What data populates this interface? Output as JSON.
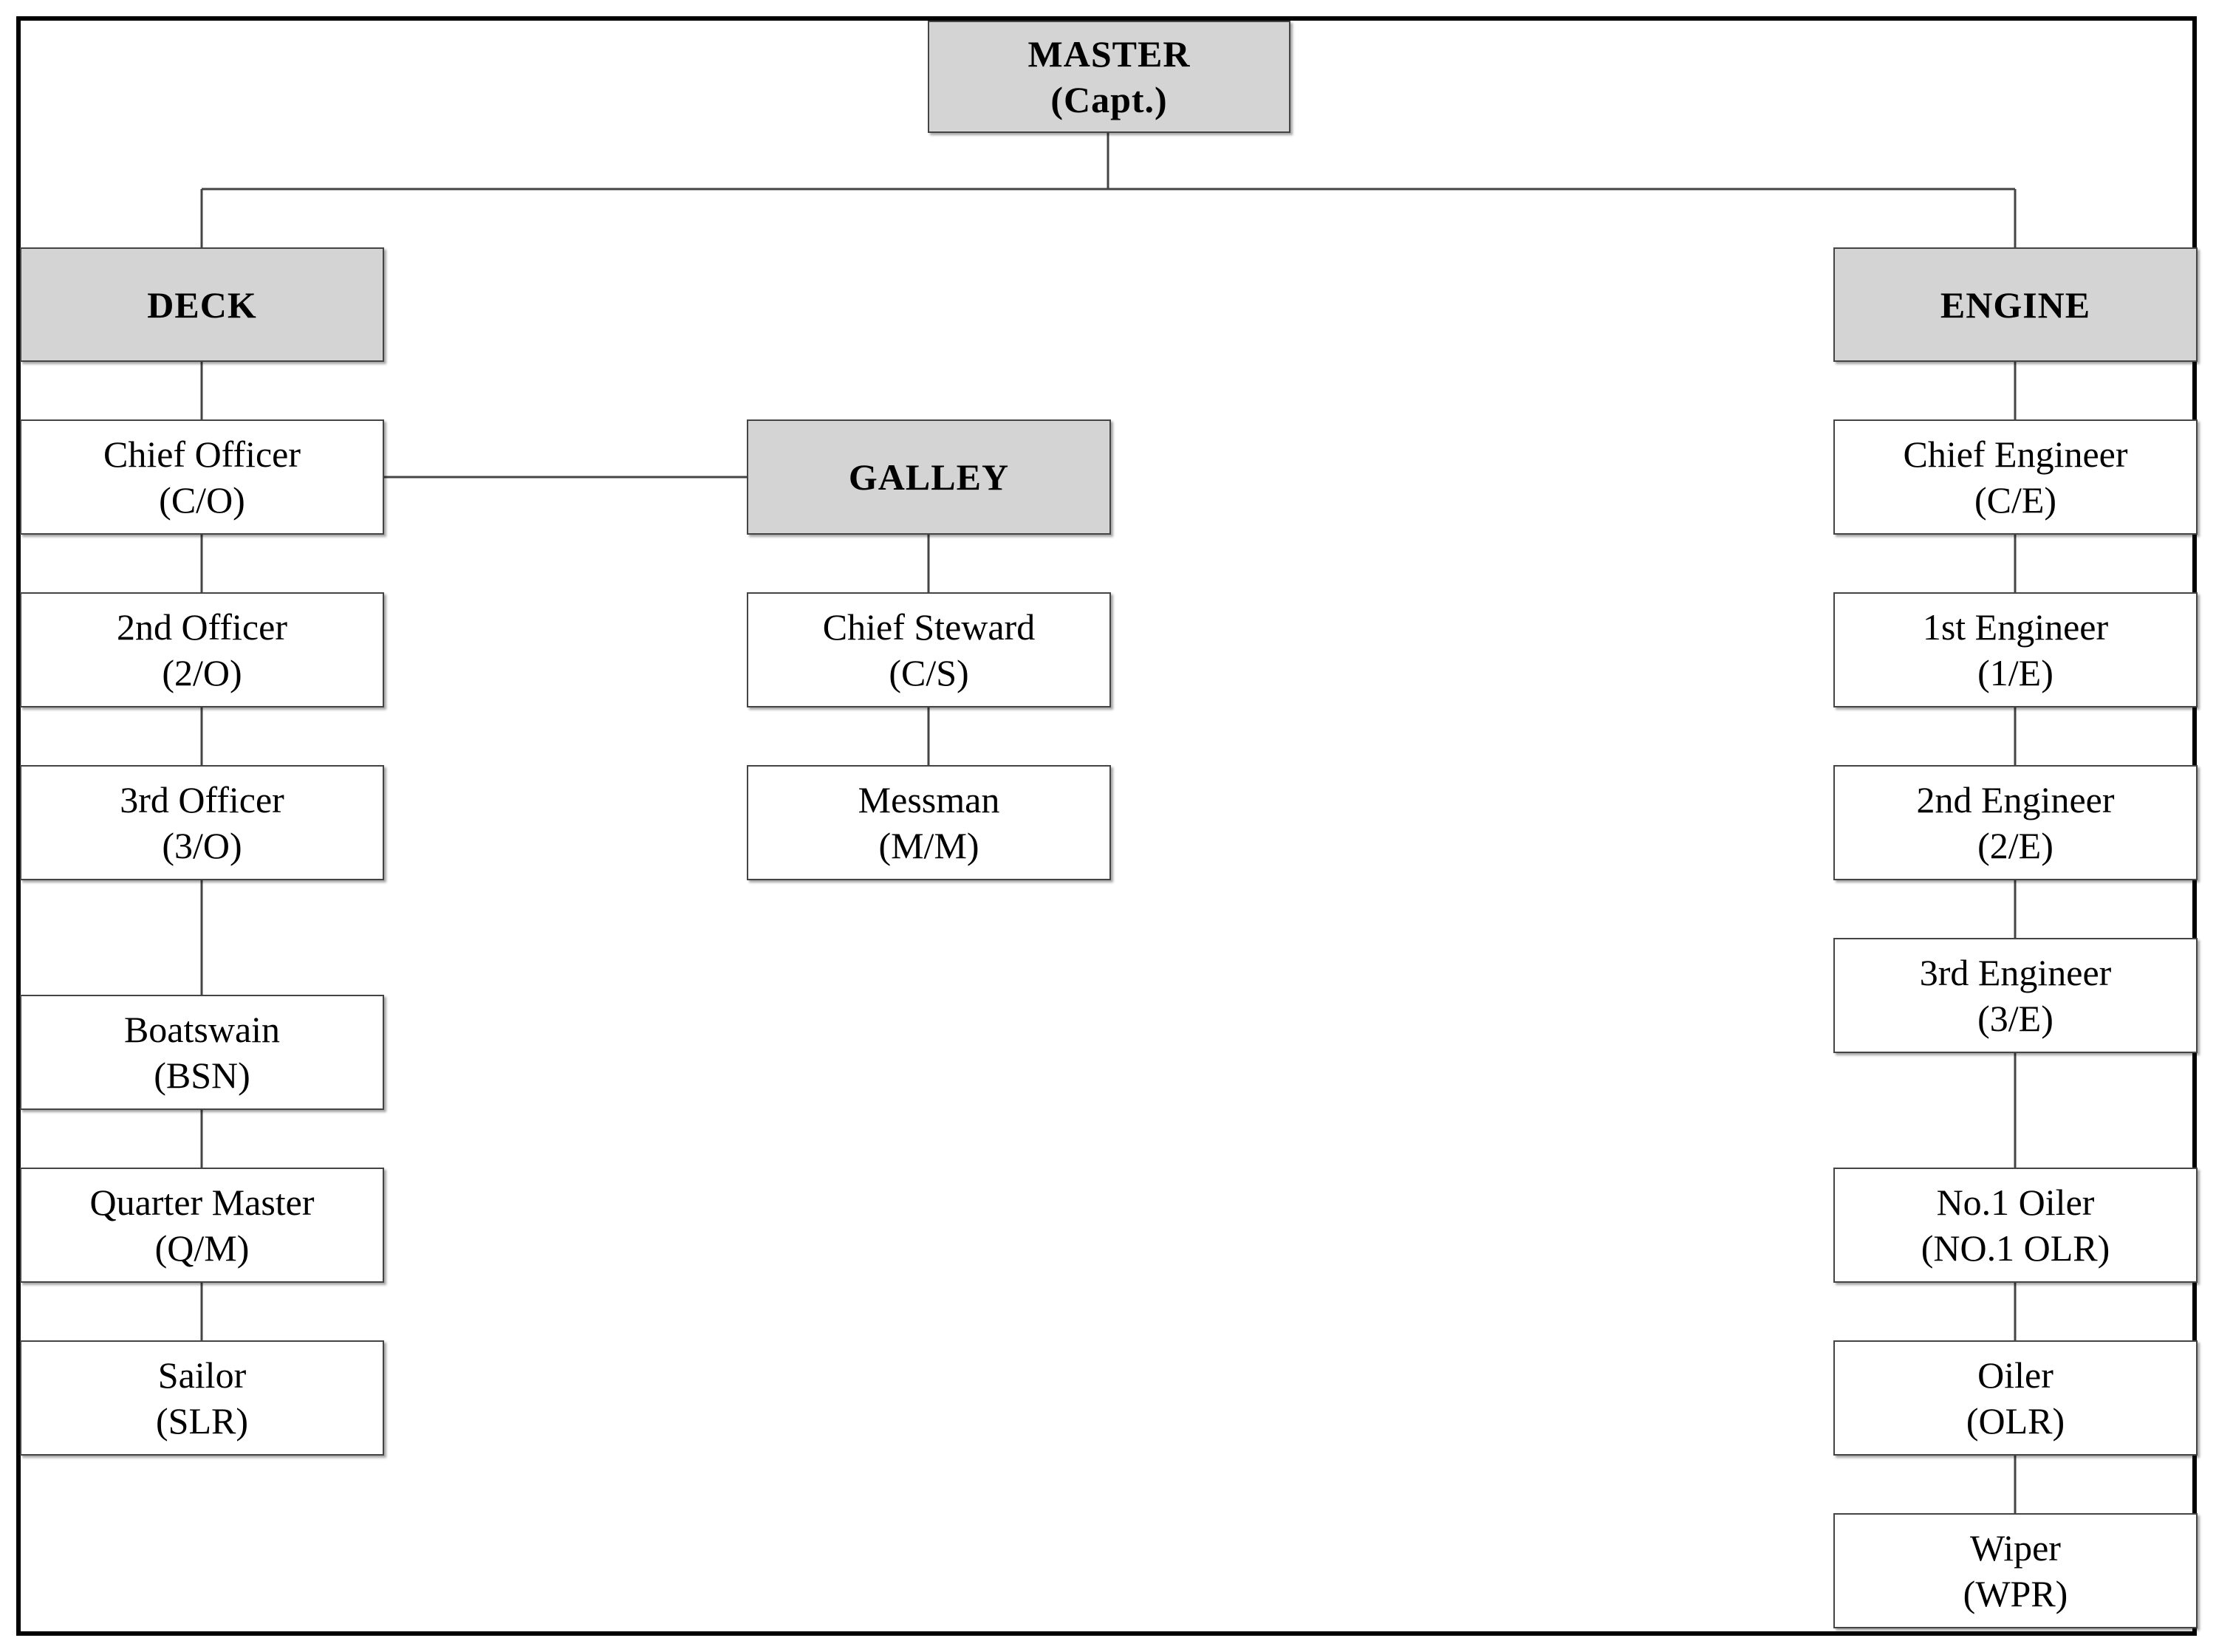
{
  "master": {
    "title": "MASTER",
    "abbr": "(Capt.)"
  },
  "departments": {
    "deck": "DECK",
    "galley": "GALLEY",
    "engine": "ENGINE"
  },
  "deck_roles": [
    {
      "title": "Chief Officer",
      "abbr": "(C/O)"
    },
    {
      "title": "2nd Officer",
      "abbr": "(2/O)"
    },
    {
      "title": "3rd Officer",
      "abbr": "(3/O)"
    },
    {
      "title": "Boatswain",
      "abbr": "(BSN)"
    },
    {
      "title": "Quarter Master",
      "abbr": "(Q/M)"
    },
    {
      "title": "Sailor",
      "abbr": "(SLR)"
    }
  ],
  "galley_roles": [
    {
      "title": "Chief Steward",
      "abbr": "(C/S)"
    },
    {
      "title": "Messman",
      "abbr": "(M/M)"
    }
  ],
  "engine_roles": [
    {
      "title": "Chief Engineer",
      "abbr": "(C/E)"
    },
    {
      "title": "1st Engineer",
      "abbr": "(1/E)"
    },
    {
      "title": "2nd Engineer",
      "abbr": "(2/E)"
    },
    {
      "title": "3rd Engineer",
      "abbr": "(3/E)"
    },
    {
      "title": "No.1 Oiler",
      "abbr": "(NO.1 OLR)"
    },
    {
      "title": "Oiler",
      "abbr": "(OLR)"
    },
    {
      "title": "Wiper",
      "abbr": "(WPR)"
    }
  ],
  "colors": {
    "header_fill": "#d4d4d4",
    "role_fill": "#ffffff",
    "line": "#444444",
    "frame": "#000000"
  }
}
